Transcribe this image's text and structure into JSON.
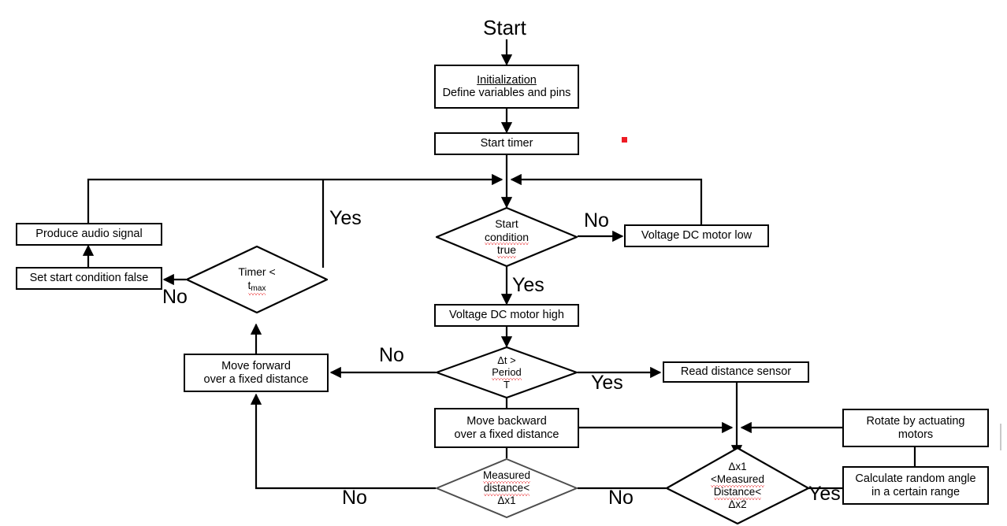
{
  "title": "Robot control flowchart",
  "colors": {
    "stroke": "#000000",
    "grey_stroke": "#4d4d4d",
    "spell_underline": "#e8282d",
    "red_marker": "#ee1b24",
    "faint_guide": "#c9c9c9",
    "background": "#ffffff"
  },
  "terminal": {
    "start": "Start"
  },
  "marker": {
    "red_dot": "red-dot-marker"
  },
  "nodes": {
    "initialization": {
      "line1": "Initialization",
      "line2": "Define variables and pins"
    },
    "start_timer": {
      "text": "Start timer"
    },
    "voltage_low": {
      "text": "Voltage DC motor low"
    },
    "voltage_high": {
      "text": "Voltage DC motor high"
    },
    "produce_audio": {
      "text": "Produce audio signal"
    },
    "set_start_false": {
      "text": "Set start condition false"
    },
    "move_forward": {
      "line1": "Move forward",
      "line2": "over a fixed distance"
    },
    "move_backward": {
      "line1": "Move backward",
      "line2": "over a fixed distance"
    },
    "read_sensor": {
      "text": "Read distance sensor"
    },
    "rotate_motors": {
      "line1": "Rotate by actuating",
      "line2": "motors"
    },
    "calc_angle": {
      "line1": "Calculate random angle",
      "line2": "in a certain range"
    }
  },
  "decisions": {
    "start_condition": {
      "line1": "Start",
      "line2": "condition",
      "line3": "true"
    },
    "timer": {
      "line1": "Timer <",
      "line2_base": "t",
      "line2_sub": "max"
    },
    "period": {
      "line1": "Δt >",
      "line2": "Period",
      "line3": "T"
    },
    "measured_dx1": {
      "line1": "Measured",
      "line2": "distance<",
      "line3": "Δx1"
    },
    "dx1_measured_dx2": {
      "line1": "Δx1",
      "line2": "<Measured",
      "line3": "Distance<",
      "line4": "Δx2"
    }
  },
  "edge_labels": {
    "start_cond_no": "No",
    "start_cond_yes": "Yes",
    "timer_yes": "Yes",
    "timer_no": "No",
    "period_no": "No",
    "period_yes": "Yes",
    "measured_no_left": "No",
    "measured_no_right": "No",
    "dx_yes": "Yes"
  }
}
